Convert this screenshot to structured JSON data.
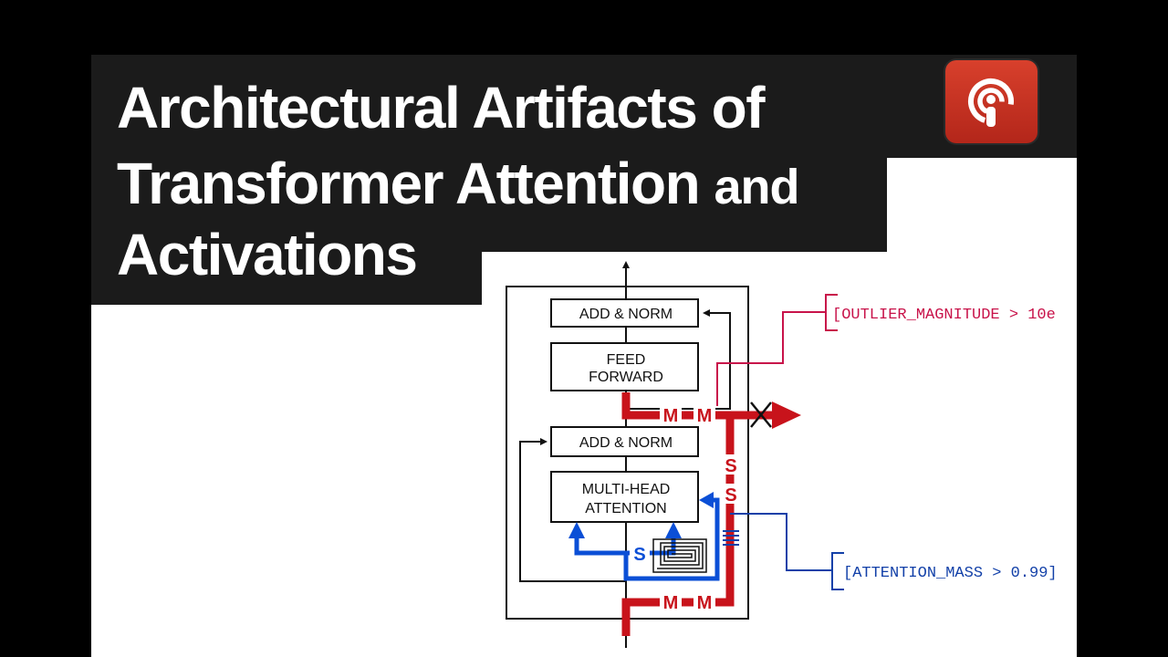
{
  "title": {
    "line1": "Architectural Artifacts of",
    "line2_main": "Transformer Attention",
    "line2_small": "and",
    "line3": "Activations"
  },
  "diagram": {
    "add_norm_top": "ADD & NORM",
    "feed_forward_line1": "FEED",
    "feed_forward_line2": "FORWARD",
    "add_norm_bottom": "ADD & NORM",
    "mha_line1": "MULTI-HEAD",
    "mha_line2": "ATTENTION",
    "label_m": "M",
    "label_s": "S",
    "outlier_callout": "[OUTLIER_MAGNITUDE > 10e",
    "attention_callout": "[ATTENTION_MASS > 0.99]"
  },
  "colors": {
    "red": "#c8131b",
    "blue": "#0b4fd6",
    "callout_red": "#c8134a",
    "callout_blue": "#1240a8",
    "title_bg": "#1b1b1b",
    "podcast_red": "#c93322"
  },
  "icons": {
    "podcast": "podcast-broadcast-icon"
  }
}
